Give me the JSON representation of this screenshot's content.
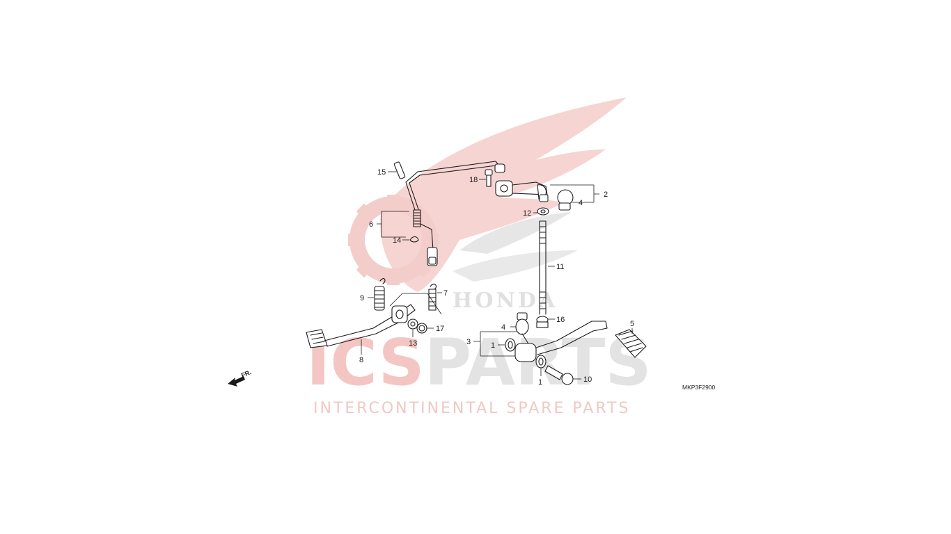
{
  "diagram": {
    "code": "MKP3F2900",
    "direction_label": "FR.",
    "callouts": {
      "c1a": "1",
      "c1b": "1",
      "c2": "2",
      "c3": "3",
      "c4a": "4",
      "c4b": "4",
      "c5": "5",
      "c6": "6",
      "c7": "7",
      "c8": "8",
      "c9": "9",
      "c10": "10",
      "c11": "11",
      "c12": "12",
      "c13": "13",
      "c14": "14",
      "c15": "15",
      "c16": "16",
      "c17": "17",
      "c18": "18"
    }
  },
  "watermark": {
    "logo_word": "ICSPARTS",
    "logo_word_red": "ICS",
    "logo_word_gray": "PARTS",
    "tagline": "INTERCONTINENTAL SPARE PARTS",
    "brand": "HONDA"
  },
  "colors": {
    "watermark_red": "#f2c7c4",
    "watermark_gray": "#e2e2e2",
    "line": "#1a1a1a"
  }
}
